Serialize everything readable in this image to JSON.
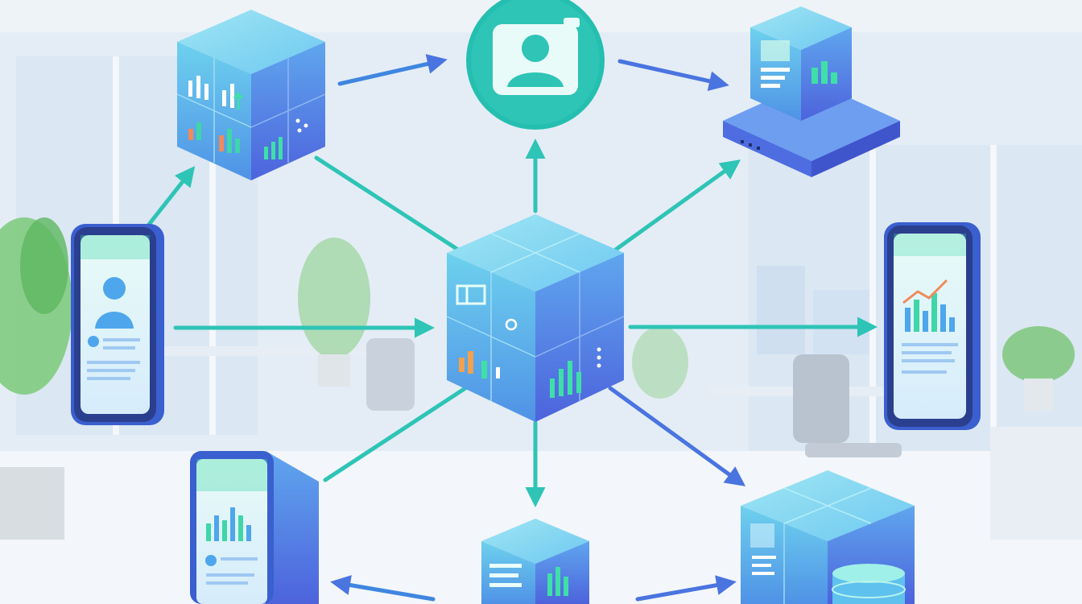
{
  "scene": {
    "background": "#eef3f8",
    "window_tint": "#dfe9f3",
    "floor": "#f3f6fa",
    "accent_teal": "#2ec4b6",
    "accent_blue": "#4a74e0",
    "cube_top": "#7fd8f0",
    "cube_left": "#5fb4ec",
    "cube_right": "#5b7fe6",
    "phone_frame": "#3a5fcf"
  },
  "nodes": [
    {
      "id": "top-left-cube",
      "kind": "cube",
      "icon": "analytics-chart-icon"
    },
    {
      "id": "profile-badge",
      "kind": "badge",
      "icon": "user-profile-icon"
    },
    {
      "id": "server-cube",
      "kind": "server",
      "icon": "server-rack-icon"
    },
    {
      "id": "hub-cube",
      "kind": "cube",
      "icon": "dashboard-cube-icon"
    },
    {
      "id": "left-phone",
      "kind": "phone",
      "icon": "user-card-icon"
    },
    {
      "id": "right-phone",
      "kind": "phone",
      "icon": "growth-chart-icon"
    },
    {
      "id": "bottom-left-phone",
      "kind": "phone",
      "icon": "bar-chart-icon"
    },
    {
      "id": "bottom-cube",
      "kind": "cube",
      "icon": "list-report-icon"
    },
    {
      "id": "database-cube",
      "kind": "cube",
      "icon": "database-icon"
    }
  ]
}
